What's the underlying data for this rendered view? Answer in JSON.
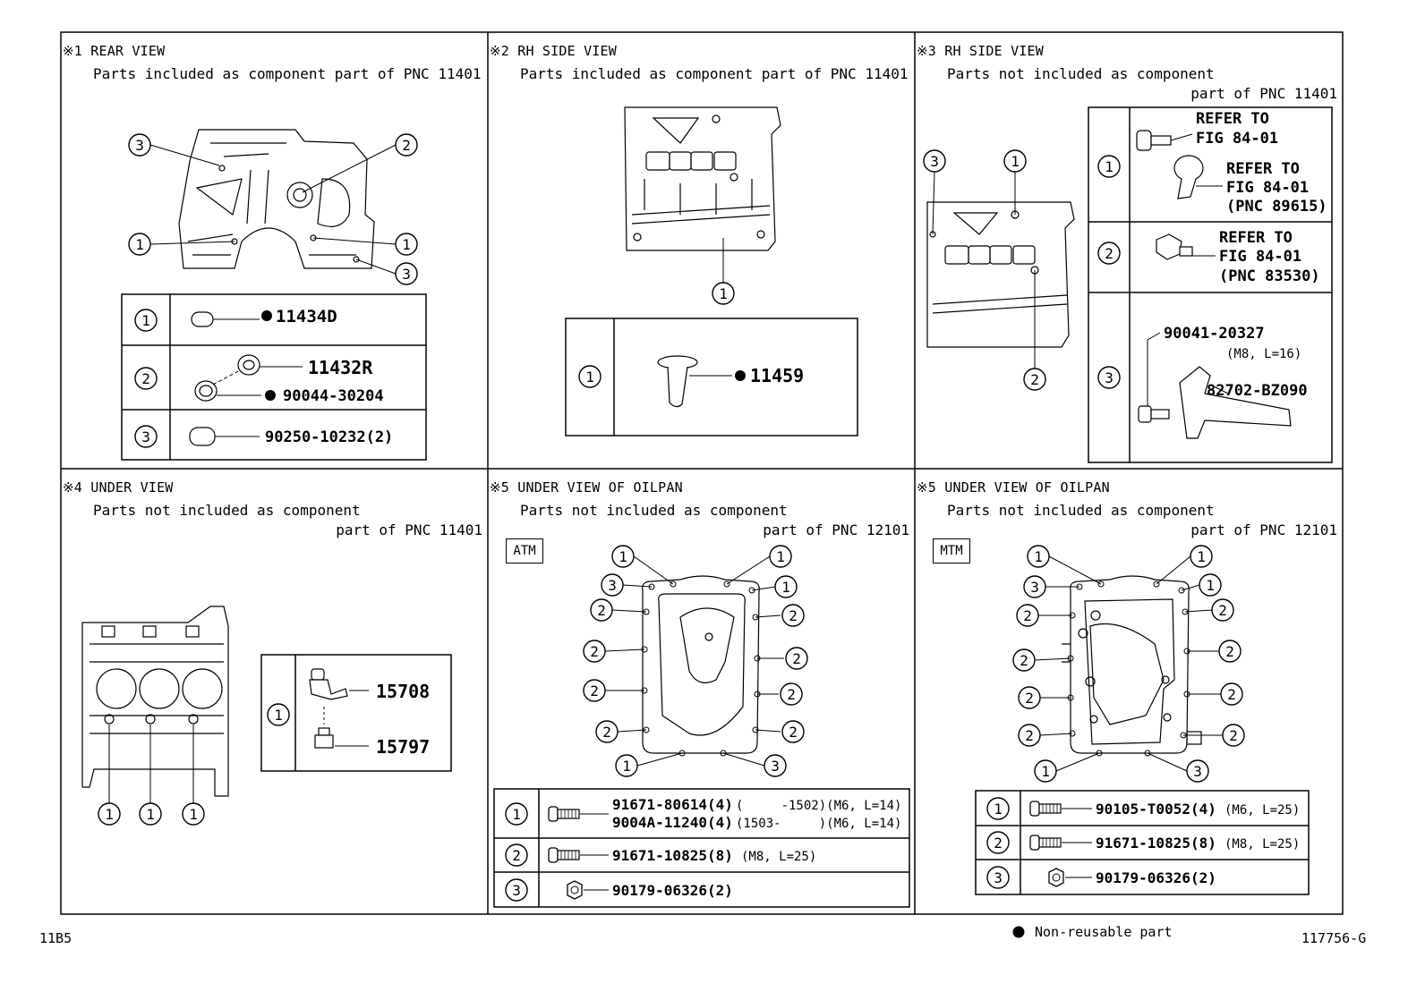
{
  "panels": {
    "p1": {
      "title": "※1 REAR VIEW",
      "note1": "Parts included as component part of PNC 11401"
    },
    "p2": {
      "title": "※2 RH SIDE VIEW",
      "note1": "Parts included as component part of PNC 11401"
    },
    "p3": {
      "title": "※3 RH SIDE VIEW",
      "note1": "Parts not included as component",
      "note2": "part of PNC 11401"
    },
    "p4": {
      "title": "※4 UNDER VIEW",
      "note1": "Parts not included as component",
      "note2": "part of PNC 11401"
    },
    "p5": {
      "title": "※5 UNDER VIEW OF OILPAN",
      "note1": "Parts not included as component",
      "note2": "part of PNC 12101",
      "tag": "ATM"
    },
    "p6": {
      "title": "※5 UNDER VIEW OF OILPAN",
      "note1": "Parts not included as component",
      "note2": "part of PNC 12101",
      "tag": "MTM"
    }
  },
  "callouts": {
    "n1": "①",
    "n2": "②",
    "n3": "③"
  },
  "parts": {
    "p1_11434D": "11434D",
    "p1_11432R": "11432R",
    "p1_90044": "90044-30204",
    "p1_90250": "90250-10232(2)",
    "p2_11459": "11459",
    "p3_ref1a": "REFER TO",
    "p3_ref1b": "FIG 84-01",
    "p3_ref2a": "REFER TO",
    "p3_ref2b": "FIG 84-01",
    "p3_ref2c": "(PNC 89615)",
    "p3_ref3a": "REFER TO",
    "p3_ref3b": "FIG 84-01",
    "p3_ref3c": "(PNC 83530)",
    "p3_90041": "90041-20327",
    "p3_90041spec": "(M8, L=16)",
    "p3_82702": "82702-BZ090",
    "p4_15708": "15708",
    "p4_15797": "15797",
    "p5_r1a": "91671-80614(4)",
    "p5_r1a_spec": "(     -1502)(M6, L=14)",
    "p5_r1b": "9004A-11240(4)",
    "p5_r1b_spec": "(1503-     )(M6, L=14)",
    "p5_r2": "91671-10825(8)",
    "p5_r2_spec": "(M8, L=25)",
    "p5_r3": "90179-06326(2)",
    "p6_r1": "90105-T0052(4)",
    "p6_r1_spec": "(M6, L=25)",
    "p6_r2": "91671-10825(8)",
    "p6_r2_spec": "(M8, L=25)",
    "p6_r3": "90179-06326(2)"
  },
  "footer": {
    "left_code": "11B5",
    "legend": "Non-reusable part",
    "right_code": "117756-G"
  },
  "icons": {
    "non_reusable_mark": "filled-circle-icon",
    "note_mark": "reference-mark-icon"
  }
}
